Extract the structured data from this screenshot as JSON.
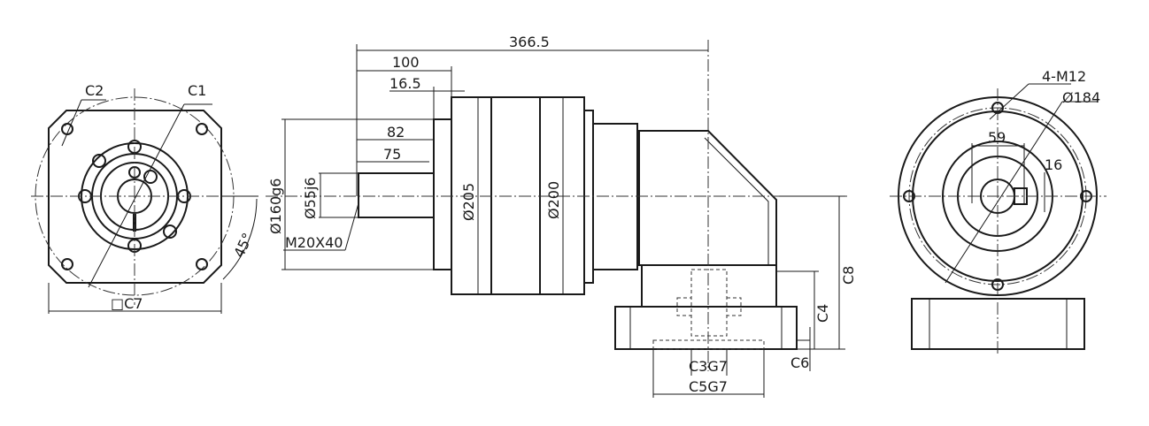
{
  "front_view": {
    "c2": "C2",
    "c1": "C1",
    "angle": "45°",
    "c7": "□C7"
  },
  "side_view": {
    "overall_length": "366.5",
    "d100": "100",
    "d16_5": "16.5",
    "d82": "82",
    "d75": "75",
    "pilot_dia": "Ø160g6",
    "shaft_dia": "Ø55j6",
    "thread": "M20X40",
    "body_dia_1": "Ø205",
    "body_dia_2": "Ø200",
    "c8": "C8",
    "c4": "C4",
    "c6": "C6",
    "c3": "C3G7",
    "c5": "C5G7"
  },
  "end_view": {
    "holes": "4-M12",
    "pcd": "Ø184",
    "d59": "59",
    "d16": "16"
  }
}
